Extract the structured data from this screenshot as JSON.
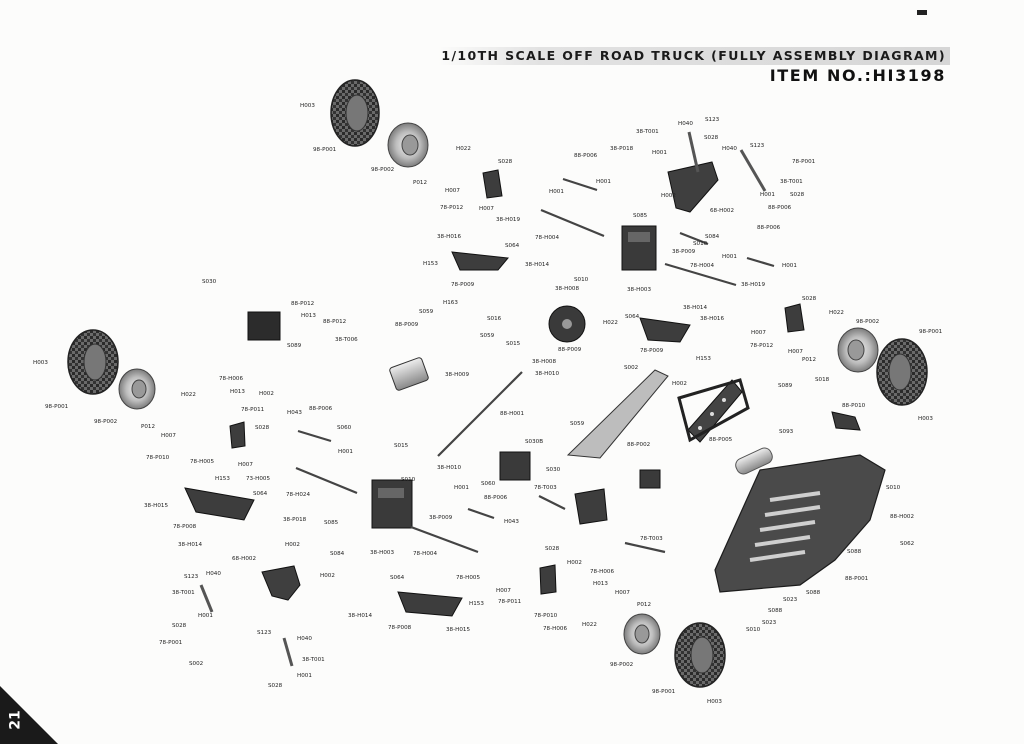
{
  "header": {
    "title": "1/10TH SCALE OFF ROAD TRUCK (FULLY ASSEMBLY DIAGRAM)",
    "item_no": "ITEM NO.:HI3198"
  },
  "page_number": "21",
  "labels": {
    "l1": "H003",
    "l2": "98-P001",
    "l3": "98-P002",
    "l4": "H022",
    "l5": "P012",
    "l6": "H007",
    "l7": "78-P012",
    "l8": "S028",
    "l9": "H007",
    "l10": "38-H019",
    "l11": "38-H016",
    "l12": "S064",
    "l13": "H153",
    "l14": "38-H014",
    "l15": "78-P009",
    "l16": "78-H004",
    "l17": "88-P006",
    "l18": "H001",
    "l19": "H001",
    "l20": "38-P018",
    "l21": "H001",
    "l22": "38-T001",
    "l23": "H040",
    "l24": "S123",
    "l25": "S028",
    "l26": "H040",
    "l27": "S123",
    "l28": "78-P001",
    "l29": "38-T001",
    "l30": "S028",
    "l31": "H001",
    "l32": "88-P006",
    "l33": "H002",
    "l34": "68-H002",
    "l35": "S085",
    "l36": "S084",
    "l37": "S010",
    "l38": "38-P009",
    "l39": "88-P006",
    "l40": "H001",
    "l41": "H001",
    "l42": "78-H004",
    "l43": "38-H019",
    "l44": "S028",
    "l45": "H022",
    "l46": "98-P002",
    "l47": "98-P001",
    "l48": "78-P012",
    "l49": "H007",
    "l50": "P012",
    "l51": "H007",
    "l52": "S064",
    "l53": "38-H014",
    "l54": "38-H016",
    "l55": "78-P009",
    "l56": "H153",
    "l57": "S030",
    "l58": "88-P012",
    "l59": "H013",
    "l60": "88-P012",
    "l61": "S089",
    "l62": "38-T006",
    "l63": "H163",
    "l64": "S059",
    "l65": "S016",
    "l66": "88-P009",
    "l67": "S059",
    "l68": "S015",
    "l69": "38-H009",
    "l70": "38-H008",
    "l71": "38-H008",
    "l72": "S010",
    "l73": "38-H003",
    "l74": "H022",
    "l75": "88-P009",
    "l76": "38-H010",
    "l77": "S002",
    "l78": "H002",
    "l79": "88-H001",
    "l80": "S089",
    "l81": "S018",
    "l82": "88-P010",
    "l83": "H003",
    "l84": "H003",
    "l85": "98-P001",
    "l86": "98-P002",
    "l87": "P012",
    "l88": "H022",
    "l89": "H007",
    "l90": "78-P010",
    "l91": "78-H006",
    "l92": "H013",
    "l93": "H002",
    "l94": "78-P011",
    "l95": "S028",
    "l96": "78-H005",
    "l97": "H043",
    "l98": "88-P006",
    "l99": "S060",
    "l100": "H001",
    "l101": "S015",
    "l102": "38-H010",
    "l103": "S030B",
    "l104": "S059",
    "l105": "S030",
    "l106": "88-P002",
    "l107": "88-P005",
    "l108": "S093",
    "l109": "H153",
    "l110": "S064",
    "l111": "38-H015",
    "l112": "78-P008",
    "l113": "38-H014",
    "l114": "H007",
    "l115": "73-H005",
    "l116": "78-H024",
    "l117": "S010",
    "l118": "H001",
    "l119": "S060",
    "l120": "88-P006",
    "l121": "H043",
    "l122": "38-P009",
    "l123": "78-T003",
    "l124": "S010",
    "l125": "88-H002",
    "l126": "S062",
    "l127": "S088",
    "l128": "38-P018",
    "l129": "H002",
    "l130": "S085",
    "l131": "S084",
    "l132": "38-H003",
    "l133": "78-H004",
    "l134": "68-H002",
    "l135": "H002",
    "l136": "S028",
    "l137": "H002",
    "l138": "78-H006",
    "l139": "78-T003",
    "l140": "H013",
    "l141": "S123",
    "l142": "H040",
    "l143": "38-T001",
    "l144": "H001",
    "l145": "S064",
    "l146": "78-H005",
    "l147": "H007",
    "l148": "78-P011",
    "l149": "H153",
    "l150": "H007",
    "l151": "P012",
    "l152": "S028",
    "l153": "38-H014",
    "l154": "78-P008",
    "l155": "38-H015",
    "l156": "78-P010",
    "l157": "78-H006",
    "l158": "H022",
    "l159": "88-P001",
    "l160": "S088",
    "l161": "S023",
    "l162": "S088",
    "l163": "S023",
    "l164": "S010",
    "l165": "78-P001",
    "l166": "S123",
    "l167": "H040",
    "l168": "38-T001",
    "l169": "H001",
    "l170": "S028",
    "l171": "S002",
    "l172": "98-P002",
    "l173": "98-P001",
    "l174": "H003"
  }
}
